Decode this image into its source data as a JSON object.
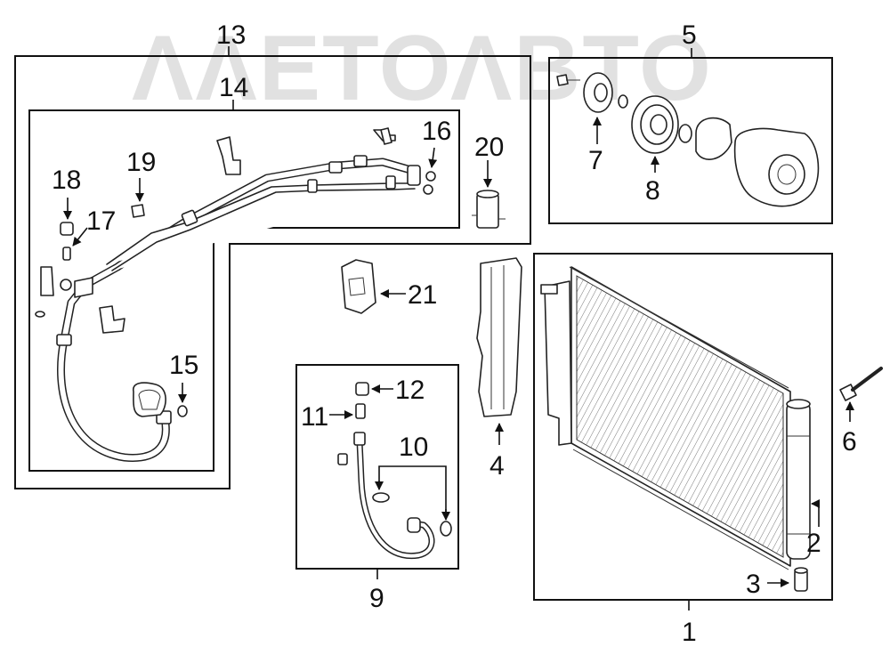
{
  "watermark": {
    "text": "ΛΛΕΤΟΛΒΤΟ"
  },
  "callouts": {
    "c1": "1",
    "c2": "2",
    "c3": "3",
    "c4": "4",
    "c5": "5",
    "c6": "6",
    "c7": "7",
    "c8": "8",
    "c9": "9",
    "c10": "10",
    "c11": "11",
    "c12": "12",
    "c13": "13",
    "c14": "14",
    "c15": "15",
    "c16": "16",
    "c17": "17",
    "c18": "18",
    "c19": "19",
    "c20": "20",
    "c21": "21"
  }
}
